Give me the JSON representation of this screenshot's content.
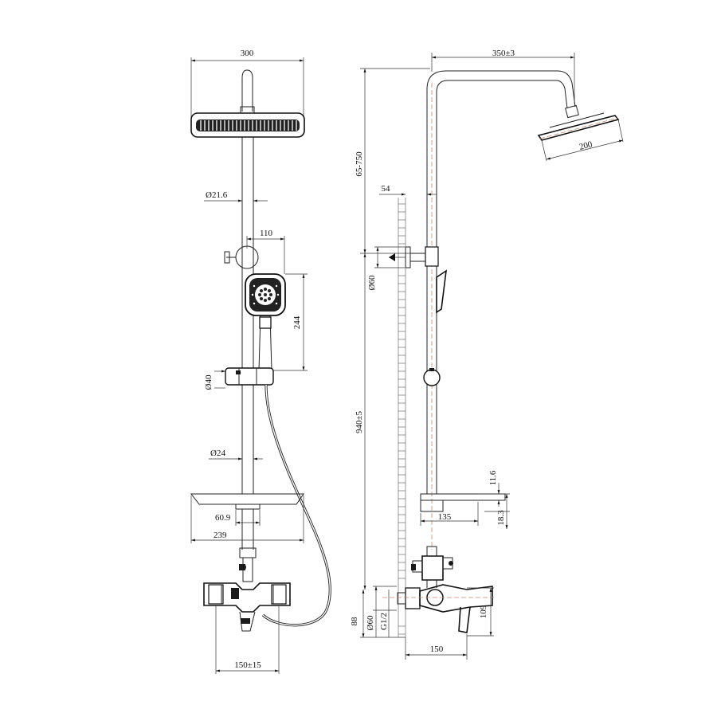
{
  "front_view": {
    "dim_width": "300",
    "dim_pipe_upper": "Ø21.6",
    "dim_holder_offset": "110",
    "dim_handset_height": "244",
    "dim_slider": "Ø40",
    "dim_pipe_lower": "Ø24",
    "dim_shelf_inner": "60.9",
    "dim_shelf_width": "239",
    "dim_centers": "150±15"
  },
  "side_view": {
    "dim_reach": "350±3",
    "dim_head_diameter": "200",
    "dim_adjust_range": "65-750",
    "dim_wall_offset": "54",
    "dim_bracket_flange": "Ø60",
    "dim_main_height": "940±5",
    "dim_shelf_thickness": "11.6",
    "dim_shelf_depth": "135",
    "dim_shelf_lip": "18.3",
    "dim_base_height": "88",
    "dim_flange": "Ø60",
    "dim_thread": "G1/2",
    "dim_valve_height": "109",
    "dim_valve_depth": "150"
  }
}
